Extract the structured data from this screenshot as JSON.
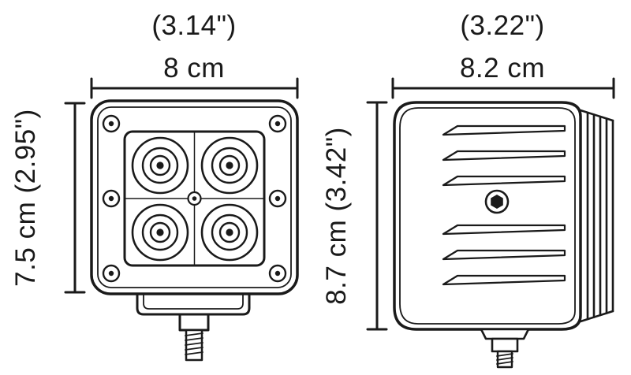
{
  "page": {
    "background": "#ffffff",
    "line_color": "#1a1a1a",
    "description": "Technical dimension drawing of a square LED cube light, front view and side view"
  },
  "front_view": {
    "width_inch_label": "(3.14\")",
    "width_cm_label": "8 cm",
    "height_label": "7.5 cm  (2.95\")"
  },
  "side_view": {
    "width_inch_label": "(3.22\")",
    "width_cm_label": "8.2 cm",
    "height_label": "8.7 cm  (3.42\")"
  }
}
